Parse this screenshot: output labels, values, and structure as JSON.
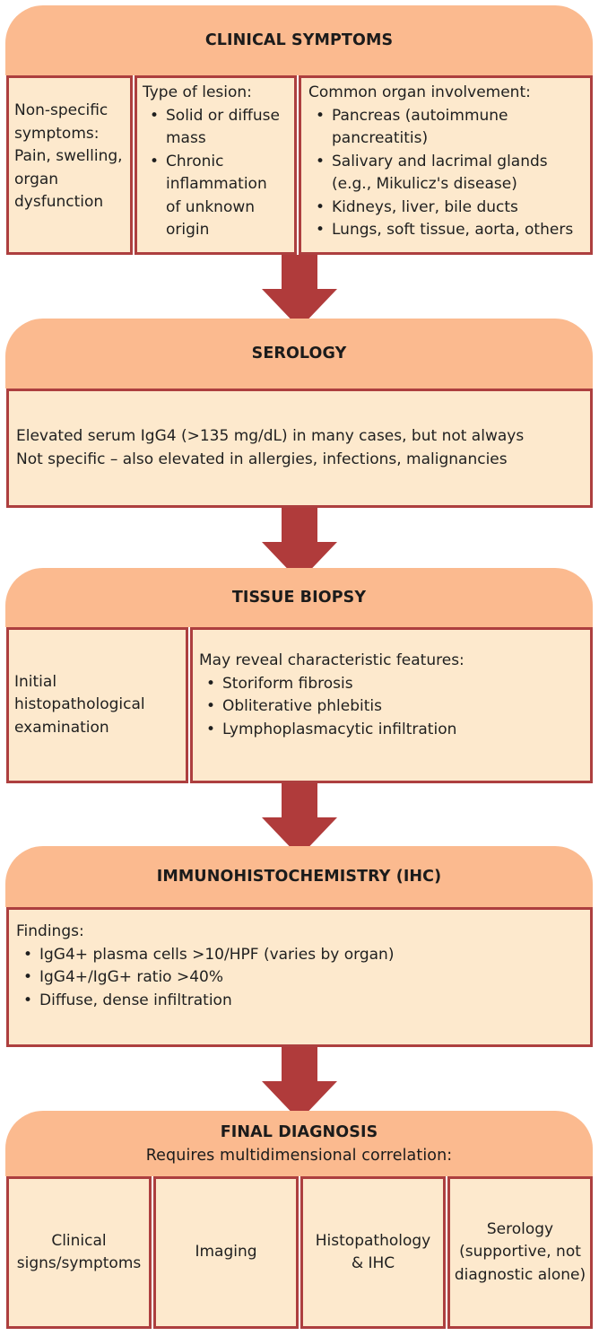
{
  "clinical": {
    "title": "CLINICAL SYMPTOMS",
    "col1": [
      "Non-specific",
      "symptoms:",
      "Pain, swelling,",
      "organ",
      "dysfunction"
    ],
    "col2_heading": "Type of lesion:",
    "col2_items": [
      [
        "Solid or diffuse",
        "mass"
      ],
      [
        "Chronic",
        "inflammation",
        "of unknown",
        "origin"
      ]
    ],
    "col3_heading": "Common organ involvement:",
    "col3_items": [
      [
        "Pancreas (autoimmune",
        "pancreatitis)"
      ],
      [
        "Salivary and lacrimal glands",
        "(e.g., Mikulicz's disease)"
      ],
      [
        "Kidneys, liver, bile ducts"
      ],
      [
        "Lungs, soft tissue, aorta, others"
      ]
    ]
  },
  "serology": {
    "title": "SEROLOGY",
    "lines": [
      "Elevated serum IgG4 (>135 mg/dL) in many cases, but not always",
      "Not specific – also elevated in allergies, infections, malignancies"
    ]
  },
  "biopsy": {
    "title": "TISSUE BIOPSY",
    "left": [
      "Initial",
      "histopathological",
      "examination"
    ],
    "right_heading": "May reveal characteristic features:",
    "right_items": [
      "Storiform fibrosis",
      "Obliterative phlebitis",
      "Lymphoplasmacytic infiltration"
    ]
  },
  "ihc": {
    "title": "IMMUNOHISTOCHEMISTRY (IHC)",
    "heading": "Findings:",
    "items": [
      "IgG4+ plasma cells >10/HPF (varies by organ)",
      "IgG4+/IgG+ ratio >40%",
      "Diffuse, dense infiltration"
    ]
  },
  "final": {
    "title": "FINAL DIAGNOSIS",
    "subtitle": "Requires multidimensional correlation:",
    "cells": [
      [
        "Clinical",
        "signs/symptoms"
      ],
      [
        "Imaging"
      ],
      [
        "Histopathology",
        "& IHC"
      ],
      [
        "Serology",
        "(supportive, not",
        "diagnostic alone)"
      ]
    ]
  },
  "colors": {
    "header_fill": "#fbba8f",
    "box_fill": "#fde9cd",
    "border": "#ad3f3f",
    "arrow": "#b03b3b"
  }
}
